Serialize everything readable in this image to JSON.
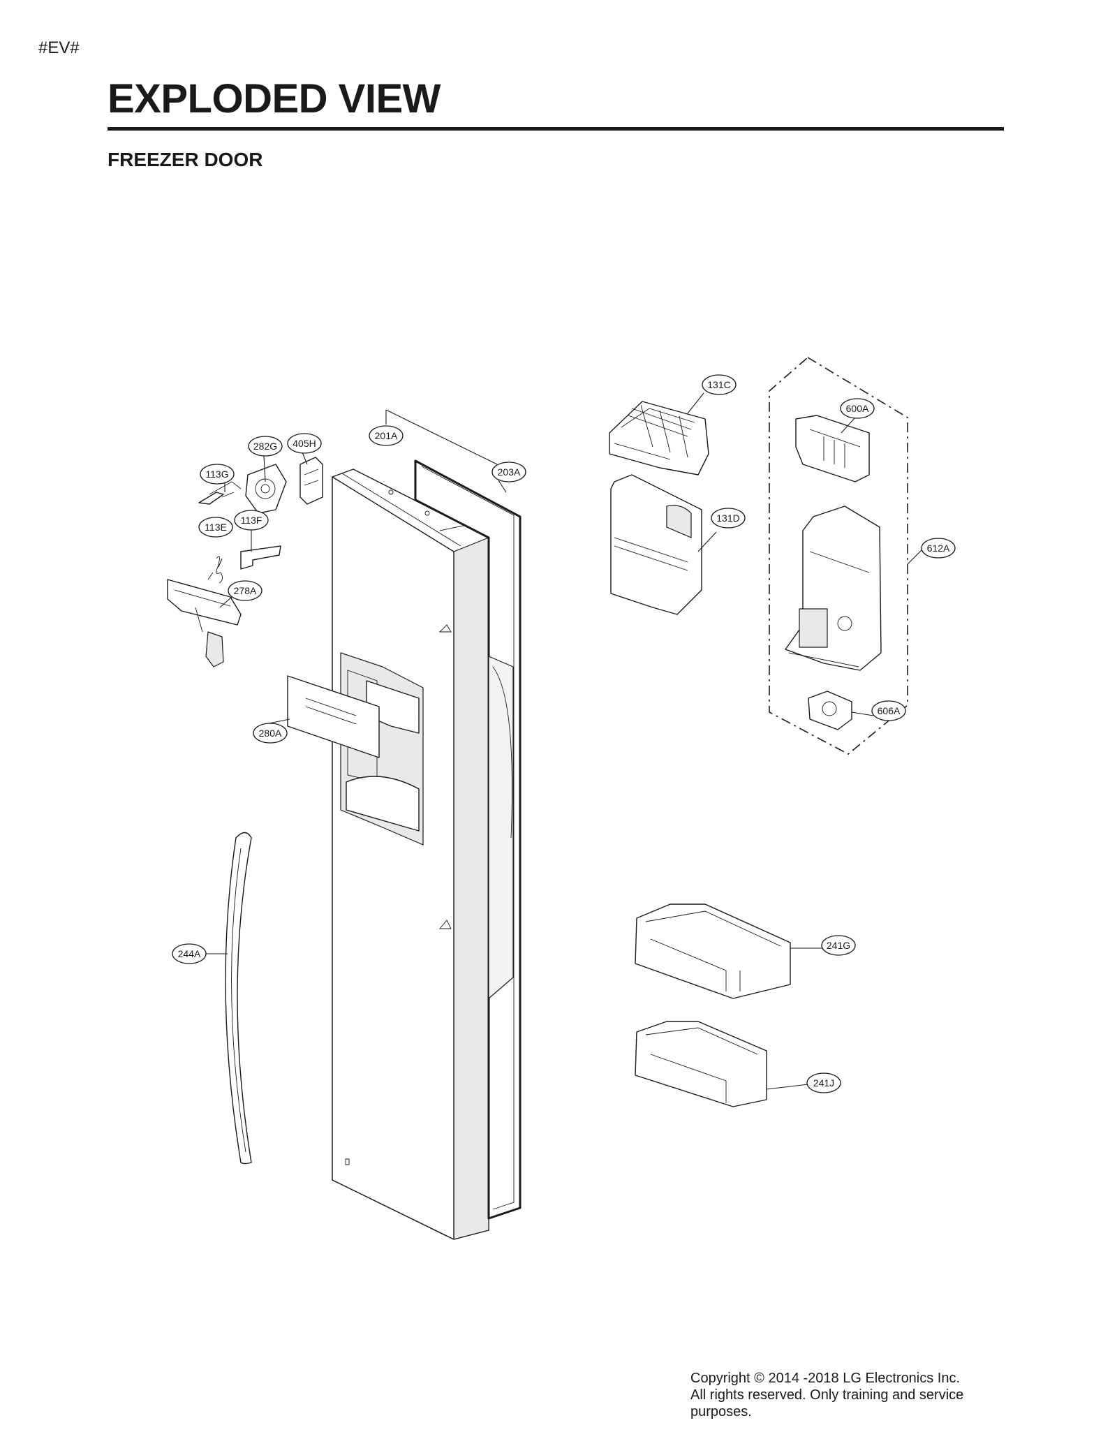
{
  "page": {
    "tag": "#EV#",
    "title": "EXPLODED VIEW",
    "section": "FREEZER DOOR"
  },
  "callouts": {
    "c131C": "131C",
    "c600A": "600A",
    "c201A": "201A",
    "c282G": "282G",
    "c405H": "405H",
    "c203A": "203A",
    "c113G": "113G",
    "c131D": "131D",
    "c113F": "113F",
    "c113E": "113E",
    "c612A": "612A",
    "c278A": "278A",
    "c606A": "606A",
    "c280A": "280A",
    "c244A": "244A",
    "c241G": "241G",
    "c241J": "241J"
  },
  "copyright": {
    "line1": "Copyright © 2014 -2018 LG Electronics Inc.",
    "line2": "All rights reserved. Only training and service",
    "line3": "purposes."
  }
}
